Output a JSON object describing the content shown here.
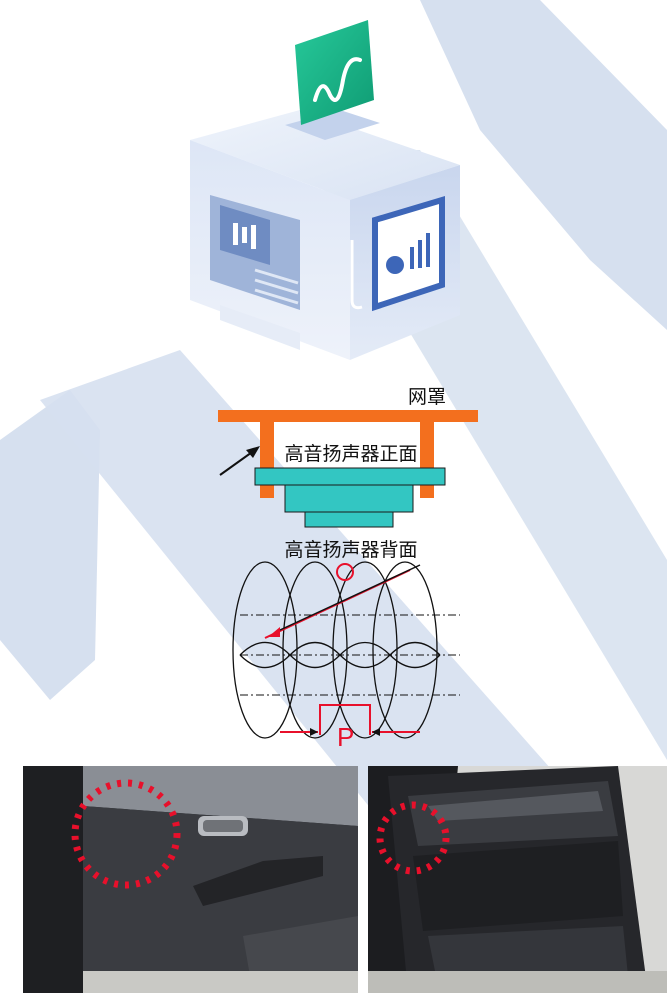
{
  "diagram": {
    "mesh_label": "网罩",
    "tweeter_front_label": "高音扬声器正面",
    "tweeter_back_label": "高音扬声器背面"
  },
  "sketch": {
    "letter_p": "P"
  },
  "colors": {
    "watermark": "#d6e0ef",
    "mesh_bar": "#f36f1e",
    "speaker_body": "#33c6c2",
    "marker": "#e8102b",
    "icon_green": "#1cb386"
  },
  "icons": [
    "data-server-cube-icon",
    "line-chart-icon",
    "bar-chart-icon",
    "pie-chart-icon"
  ]
}
